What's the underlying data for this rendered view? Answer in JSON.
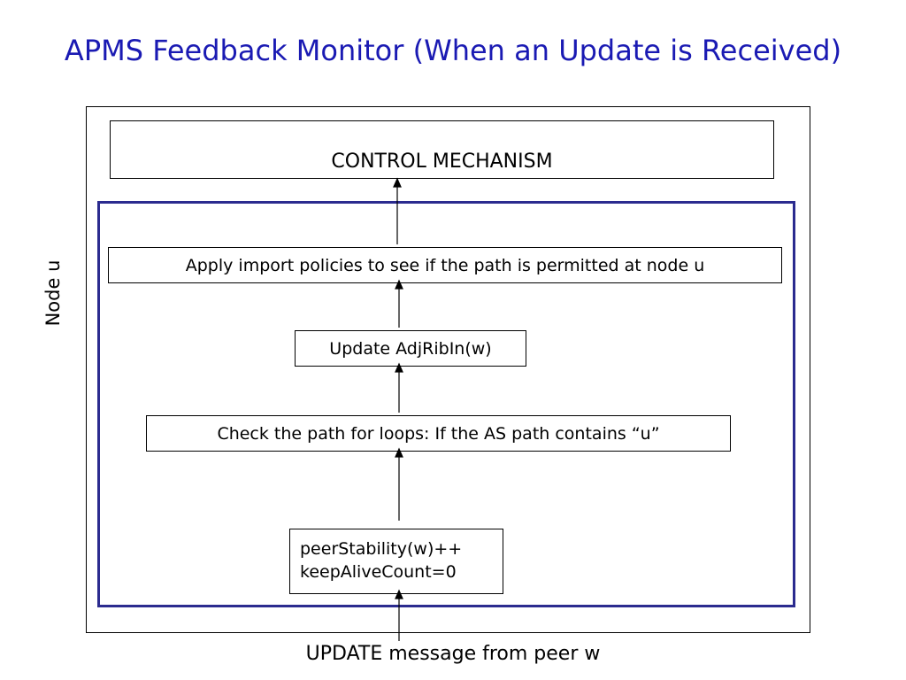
{
  "title": "APMS Feedback Monitor (When an Update is Received)",
  "diagram": {
    "control_mechanism": "CONTROL MECHANISM",
    "import_policies": "Apply import policies to see if the path is permitted at node u",
    "update_adjribin": "Update AdjRibIn(w)",
    "check_loops": "Check the path for loops: If the AS path contains “u”",
    "peer_stability": "peerStability(w)++",
    "keep_alive": "keepAliveCount=0",
    "node_label": "Node u",
    "input_label": "UPDATE message from peer w"
  },
  "colors": {
    "title": "#1a1ab3",
    "node_frame": "#2b2b8f"
  }
}
